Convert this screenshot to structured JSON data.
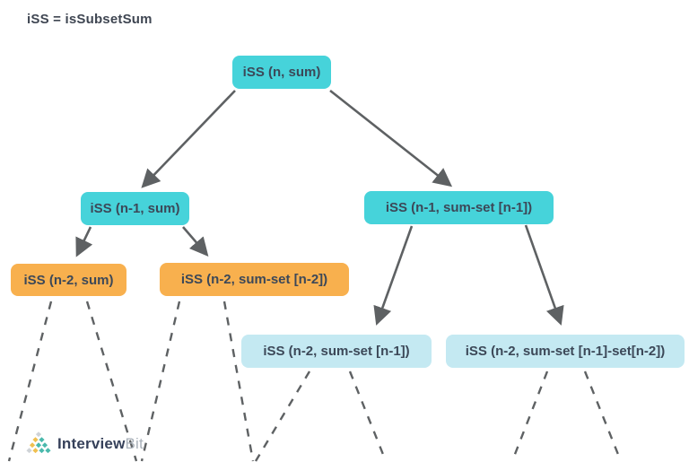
{
  "title": "iSS = isSubsetSum",
  "colors": {
    "teal": "#46d3da",
    "orange": "#f8b04e",
    "light_blue": "#c4e9f2",
    "edge": "#5e6163",
    "node_text": "#3c4858",
    "title_text": "#3f4652"
  },
  "nodes": [
    {
      "label": "iSS (n, sum)",
      "color": "teal",
      "level": 1
    },
    {
      "label": "iSS (n-1, sum)",
      "color": "teal",
      "level": 2
    },
    {
      "label": "iSS (n-1, sum-set [n-1])",
      "color": "teal",
      "level": 2
    },
    {
      "label": "iSS (n-2, sum)",
      "color": "orange",
      "level": 3
    },
    {
      "label": "iSS (n-2, sum-set [n-2])",
      "color": "orange",
      "level": 3
    },
    {
      "label": "iSS (n-2, sum-set [n-1])",
      "color": "light_blue",
      "level": 3
    },
    {
      "label": "iSS (n-2, sum-set [n-1]-set[n-2])",
      "color": "light_blue",
      "level": 3
    }
  ],
  "logo": {
    "text_primary": "Interview",
    "text_secondary": "Bit",
    "diamond_rows": [
      [
        "#cfd3d7"
      ],
      [
        "#f0c050",
        "#4ab9ac"
      ],
      [
        "#f0c050",
        "#4ab9ac",
        "#4ab9ac"
      ],
      [
        "#cfd3d7",
        "#f0c050",
        "#4ab9ac",
        "#4ab9ac"
      ]
    ]
  }
}
